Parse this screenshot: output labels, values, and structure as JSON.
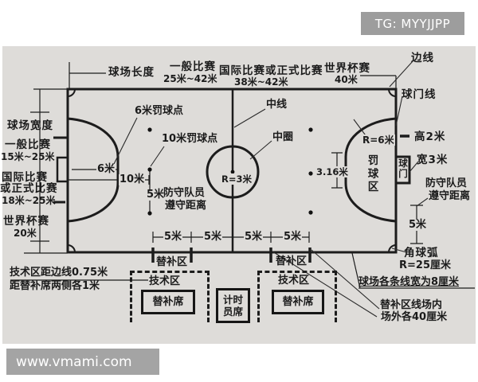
{
  "watermarks": {
    "top": "TG: MYYJJPP",
    "bottom": "www.vmami.com"
  },
  "colors": {
    "panel": "#dedcd9",
    "line": "#1c1c1c",
    "watermark_bg": "#9d9d9d",
    "watermark_text": "#ffffff"
  },
  "length_dims": {
    "title": "球场长度",
    "general_label": "一般比赛",
    "general_value": "25米~42米",
    "intl_label": "国际比赛或正式比赛",
    "intl_value": "38米~42米",
    "worldcup_label": "世界杯赛",
    "worldcup_value": "40米"
  },
  "width_dims": {
    "title": "球场宽度",
    "general_label": "一般比赛",
    "general_value": "15米~25米",
    "intl_label_1": "国际比赛",
    "intl_label_2": "或正式比赛",
    "intl_value": "18米~25米",
    "worldcup_label": "世界杯赛",
    "worldcup_value": "20米"
  },
  "field": {
    "touch_line": "边线",
    "goal_line": "球门线",
    "halfway_line": "中线",
    "center_circle": "中圈",
    "center_radius": "R=3米",
    "penalty_area": "罚球区",
    "penalty_radius": "R=6米",
    "goal": "球门",
    "goal_height": "高2米",
    "goal_width": "宽3米",
    "goal_gap": "3.16米",
    "penalty_mark_6m": "6米罚球点",
    "penalty_mark_10m": "10米罚球点",
    "six_m": "6米",
    "ten_m": "10米",
    "five_m": "5米",
    "defender_line1": "防守队员",
    "defender_line2": "遵守距离",
    "corner_arc": "角球弧",
    "corner_arc_value": "R=25厘米"
  },
  "bottom": {
    "five_m": "5米",
    "sub_zone": "替补区",
    "tech_area": "技术区",
    "bench": "替补席",
    "timekeeper": "计时员席",
    "tech_note_1": "技术区距边线0.75米",
    "tech_note_2": "距替补席两侧各1米",
    "line_width_note": "球场各条线宽为8厘米",
    "sub_zone_note_1": "替补区线场内",
    "sub_zone_note_2": "场外各40厘米"
  }
}
